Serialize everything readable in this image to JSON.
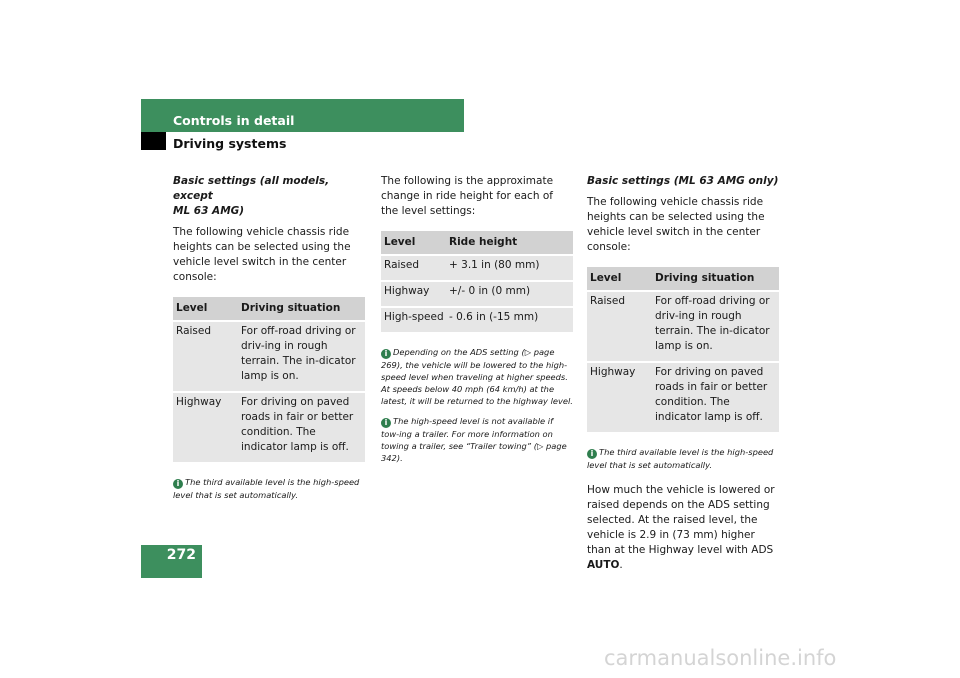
{
  "header": {
    "section": "Controls in detail",
    "subsection": "Driving systems"
  },
  "page_number": "272",
  "col1": {
    "heading_line1": "Basic settings (all models, except",
    "heading_line2": "ML 63 AMG)",
    "intro": "The following vehicle chassis ride heights can be selected using the vehicle level switch in the center console:",
    "table": {
      "headers": [
        "Level",
        "Driving situation"
      ],
      "rows": [
        [
          "Raised",
          "For off-road driving or driv-ing in rough terrain. The in-dicator lamp is on."
        ],
        [
          "Highway",
          "For driving on paved roads in fair or better condition. The indicator lamp is off."
        ]
      ]
    },
    "note": "The third available level is the high-speed level that is set automatically."
  },
  "col2": {
    "intro": "The following is the approximate change in ride height for each of the level settings:",
    "table": {
      "headers": [
        "Level",
        "Ride height"
      ],
      "rows": [
        [
          "Raised",
          "+ 3.1 in (80 mm)"
        ],
        [
          "Highway",
          "+/- 0 in (0 mm)"
        ],
        [
          "High-speed",
          "- 0.6 in (-15 mm)"
        ]
      ]
    },
    "note1": "Depending on the ADS setting (▷ page 269), the vehicle will be lowered to the high-speed level when traveling at higher speeds. At speeds below 40 mph (64 km/h) at the latest, it will be returned to the highway level.",
    "note2": "The high-speed level is not available if tow-ing a trailer. For more information on towing a trailer, see “Trailer towing” (▷ page 342)."
  },
  "col3": {
    "heading": "Basic settings (ML 63 AMG only)",
    "intro": "The following vehicle chassis ride heights can be selected using the vehicle level switch in the center console:",
    "table": {
      "headers": [
        "Level",
        "Driving situation"
      ],
      "rows": [
        [
          "Raised",
          "For off-road driving or driv-ing in rough terrain. The in-dicator lamp is on."
        ],
        [
          "Highway",
          "For driving on paved roads in fair or better condition. The indicator lamp is off."
        ]
      ]
    },
    "note": "The third available level is the high-speed level that is set automatically.",
    "body_pre": "How much the vehicle is lowered or raised depends on the ADS setting selected. At the raised level, the vehicle is 2.9 in (73 mm) higher than at the Highway level with ADS ",
    "body_bold": "AUTO",
    "body_post": "."
  },
  "info_icon": "i",
  "watermark": "carmanualsonline.info"
}
